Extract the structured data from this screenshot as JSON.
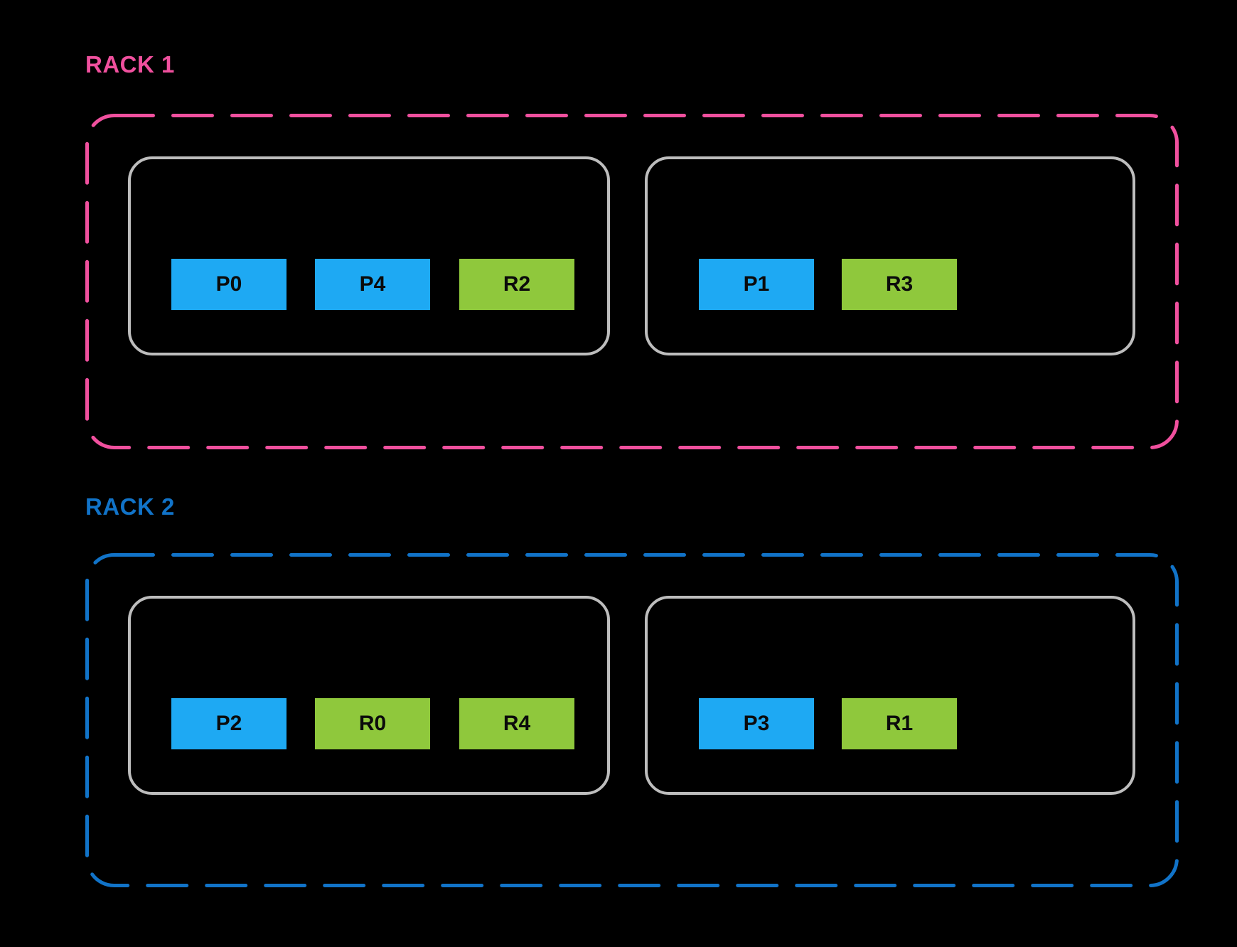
{
  "colors": {
    "background": "#000000",
    "rack1_accent": "#F0509E",
    "rack2_accent": "#1173C8",
    "primary_shard": "#1EA9F3",
    "replica_shard": "#8FC83C",
    "node_border": "#BDBDBD",
    "slot_text": "#0B0B0B"
  },
  "racks": [
    {
      "label": "RACK 1",
      "nodes": [
        {
          "slots": [
            {
              "label": "P0",
              "type": "primary"
            },
            {
              "label": "P4",
              "type": "primary"
            },
            {
              "label": "R2",
              "type": "replica"
            }
          ]
        },
        {
          "slots": [
            {
              "label": "P1",
              "type": "primary"
            },
            {
              "label": "R3",
              "type": "replica"
            }
          ]
        }
      ]
    },
    {
      "label": "RACK 2",
      "nodes": [
        {
          "slots": [
            {
              "label": "P2",
              "type": "primary"
            },
            {
              "label": "R0",
              "type": "replica"
            },
            {
              "label": "R4",
              "type": "replica"
            }
          ]
        },
        {
          "slots": [
            {
              "label": "P3",
              "type": "primary"
            },
            {
              "label": "R1",
              "type": "replica"
            }
          ]
        }
      ]
    }
  ]
}
